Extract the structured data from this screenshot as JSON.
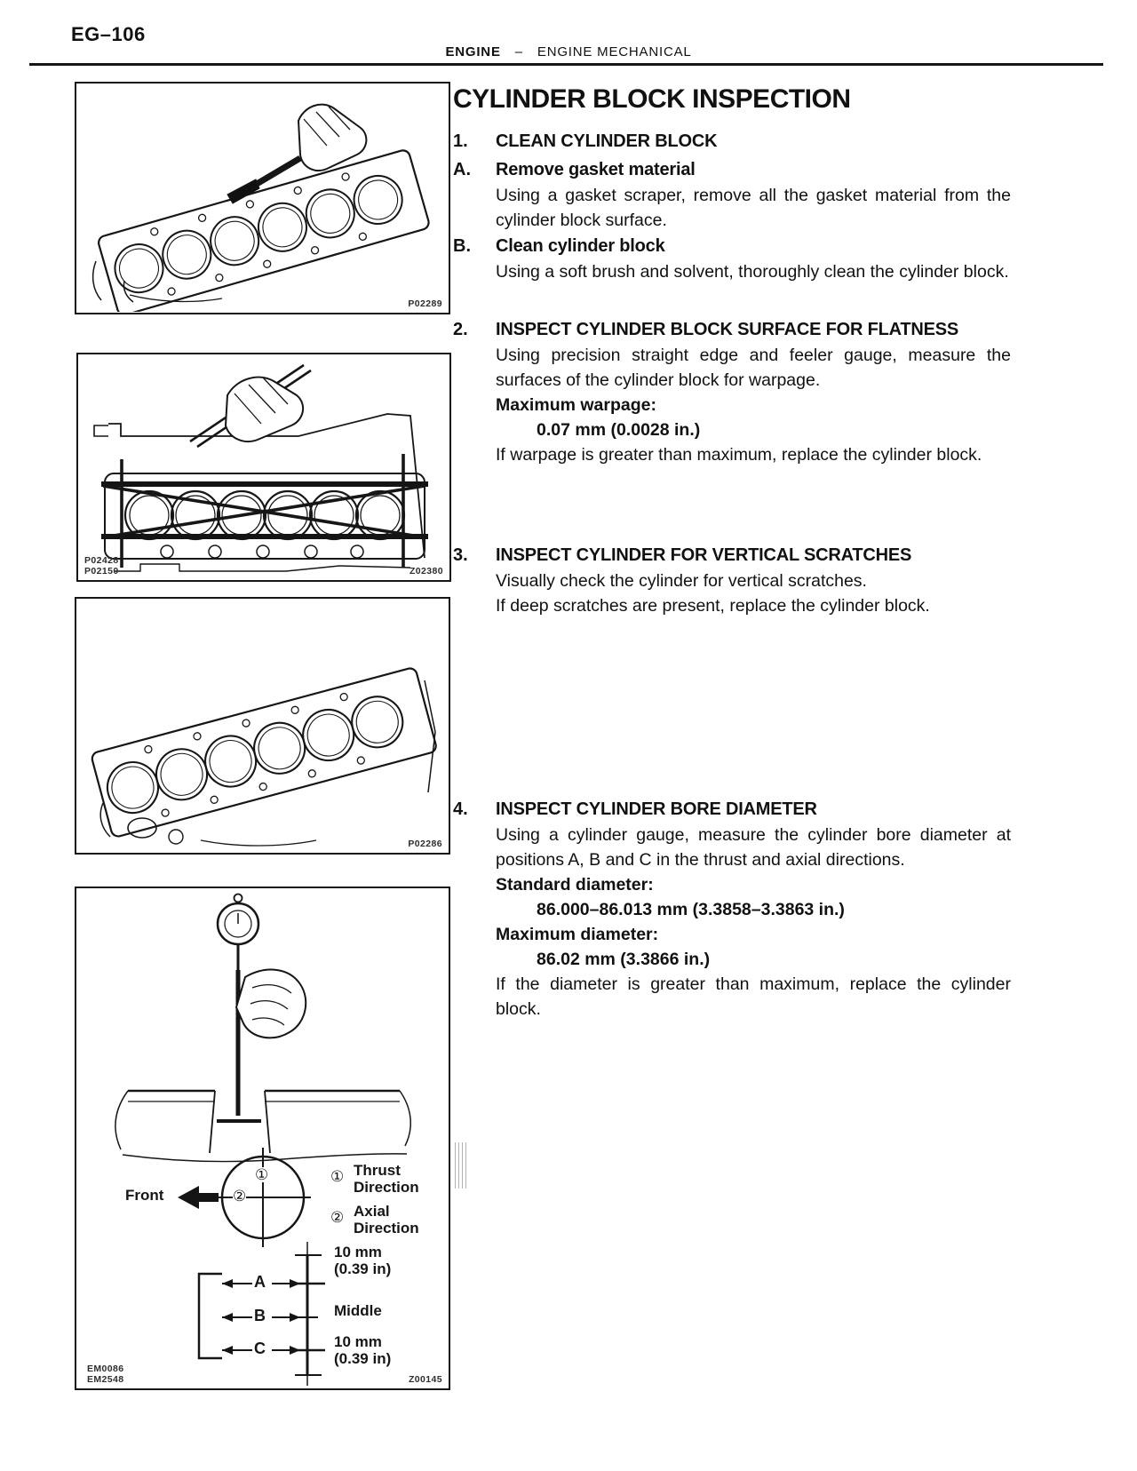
{
  "page": {
    "code": "EG–106",
    "header": {
      "left": "ENGINE",
      "separator": "–",
      "right": "ENGINE MECHANICAL"
    },
    "title": "CYLINDER BLOCK INSPECTION"
  },
  "sections": {
    "s1": {
      "num": "1.",
      "heading": "CLEAN CYLINDER BLOCK",
      "a": {
        "letter": "A.",
        "heading": "Remove gasket material",
        "body": "Using a gasket scraper, remove all the gasket material from the cylinder block surface."
      },
      "b": {
        "letter": "B.",
        "heading": "Clean cylinder block",
        "body": "Using a soft brush and solvent, thoroughly clean the cylinder block."
      }
    },
    "s2": {
      "num": "2.",
      "heading": "INSPECT CYLINDER BLOCK SURFACE FOR FLATNESS",
      "body1": "Using precision straight edge and feeler gauge, measure the surfaces of the cylinder block for warpage.",
      "spec_label": "Maximum warpage:",
      "spec_value": "0.07 mm (0.0028 in.)",
      "body2": "If warpage is greater than maximum, replace the cylinder block."
    },
    "s3": {
      "num": "3.",
      "heading": "INSPECT CYLINDER FOR VERTICAL SCRATCHES",
      "body1": "Visually check the cylinder for vertical scratches.",
      "body2": "If deep scratches are present, replace the cylinder block."
    },
    "s4": {
      "num": "4.",
      "heading": "INSPECT CYLINDER BORE DIAMETER",
      "body1": "Using a cylinder gauge, measure the cylinder bore diameter at positions A, B and C in the thrust and axial directions.",
      "spec1_label": "Standard diameter:",
      "spec1_value": "86.000–86.013 mm (3.3858–3.3863 in.)",
      "spec2_label": "Maximum diameter:",
      "spec2_value": "86.02 mm (3.3866 in.)",
      "body2": "If the diameter is greater than maximum, replace the cylinder block."
    }
  },
  "figures": {
    "fig1": {
      "code": "P02289"
    },
    "fig2": {
      "code_left1": "P02428",
      "code_left2": "P02150",
      "code_right": "Z02380"
    },
    "fig3": {
      "code": "P02286"
    },
    "fig4": {
      "code_left1": "EM0086",
      "code_left2": "EM2548",
      "code_right": "Z00145",
      "front_label": "Front",
      "num1": "①",
      "num2": "②",
      "thrust_label": "Thrust\nDirection",
      "axial_label": "Axial\nDirection",
      "label_a": "A",
      "label_b": "B",
      "label_c": "C",
      "dim_top": "10 mm\n(0.39 in)",
      "middle_label": "Middle",
      "dim_bottom": "10 mm\n(0.39 in)"
    }
  }
}
